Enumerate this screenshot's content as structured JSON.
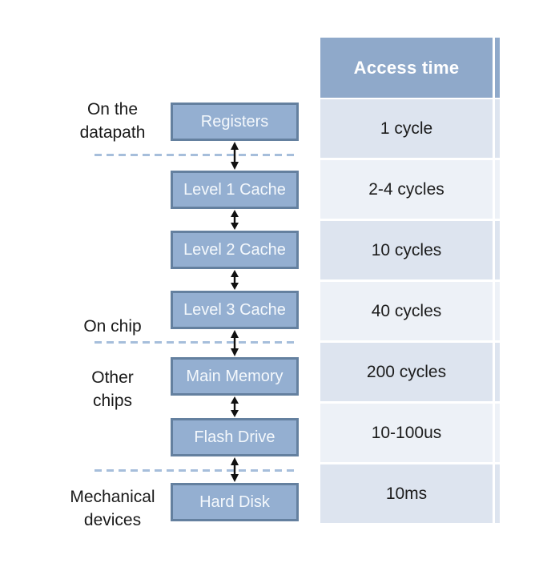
{
  "table": {
    "header": "Access time"
  },
  "levels": [
    {
      "name": "Registers",
      "access_time": "1 cycle"
    },
    {
      "name": "Level 1 Cache",
      "access_time": "2-4 cycles"
    },
    {
      "name": "Level 2 Cache",
      "access_time": "10 cycles"
    },
    {
      "name": "Level 3 Cache",
      "access_time": "40 cycles"
    },
    {
      "name": "Main Memory",
      "access_time": "200 cycles"
    },
    {
      "name": "Flash Drive",
      "access_time": "10-100us"
    },
    {
      "name": "Hard Disk",
      "access_time": "10ms"
    }
  ],
  "group_labels": [
    {
      "line1": "On the",
      "line2": "datapath"
    },
    {
      "line1": "On chip",
      "line2": ""
    },
    {
      "line1": "Other",
      "line2": "chips"
    },
    {
      "line1": "Mechanical",
      "line2": "devices"
    }
  ],
  "colors": {
    "table_header_bg": "#8fa9ca",
    "box_fill": "#94afd1",
    "box_border": "#64809f",
    "row_dark": "#dde4ef",
    "row_light": "#edf1f7",
    "dashed_line": "#a6bedb",
    "arrow": "#111111",
    "box_text": "#f4f8fc",
    "label_text": "#1a1a1a"
  }
}
